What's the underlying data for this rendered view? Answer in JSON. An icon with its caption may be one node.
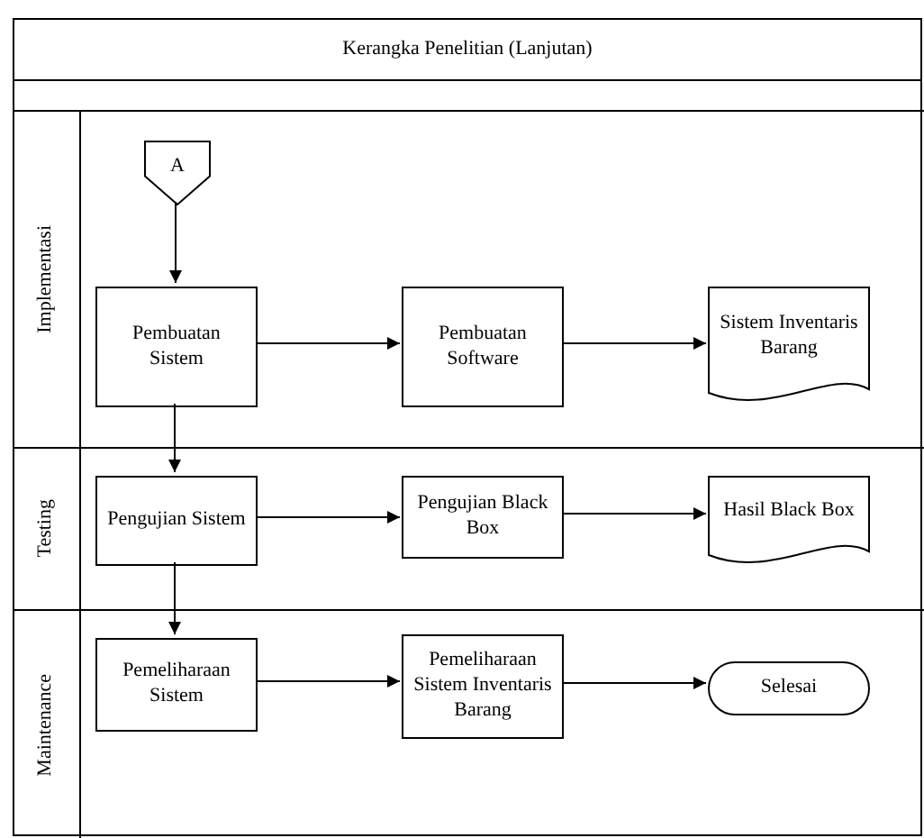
{
  "diagram": {
    "nodes": [
      {
        "text": [
          "Kerangka Penelitian (Lanjutan)"
        ]
      },
      {
        "text": [
          "Implementasi"
        ],
        "in": 0
      },
      {
        "text": [
          "A"
        ],
        "in": 1
      },
      {
        "text": [
          "Pembuatan Sistem"
        ],
        "in": 1
      },
      {
        "text": [
          "Pembuatan Software"
        ],
        "in": 1
      },
      {
        "text": [
          "Sistem Inventaris Barang"
        ],
        "in": 1
      },
      {
        "text": [
          "Testing"
        ],
        "in": 0
      },
      {
        "text": [
          "Pengujian Sistem"
        ],
        "in": 6
      },
      {
        "text": [
          "Pengujian Black Box"
        ],
        "in": 6
      },
      {
        "text": [
          "Hasil Black Box"
        ],
        "in": 6
      },
      {
        "text": [
          "Maintenance"
        ],
        "in": 0
      },
      {
        "text": [
          "Pemeliharaan Sistem"
        ],
        "in": 10
      },
      {
        "text": [
          "Pemeliharaan Sistem Inventaris Barang"
        ],
        "in": 10
      },
      {
        "text": [
          "Selesai"
        ],
        "in": 10
      }
    ],
    "edges": [
      {
        "from": 2,
        "to": 3,
        "arrow": "to"
      },
      {
        "from": 3,
        "to": 4,
        "arrow": "to"
      },
      {
        "from": 4,
        "to": 5,
        "arrow": "to"
      },
      {
        "from": 3,
        "to": 7,
        "arrow": "to"
      },
      {
        "from": 7,
        "to": 8,
        "arrow": "to"
      },
      {
        "from": 8,
        "to": 9,
        "arrow": "to"
      },
      {
        "from": 7,
        "to": 11,
        "arrow": "to"
      },
      {
        "from": 11,
        "to": 12,
        "arrow": "to"
      },
      {
        "from": 12,
        "to": 13,
        "arrow": "to"
      }
    ]
  }
}
